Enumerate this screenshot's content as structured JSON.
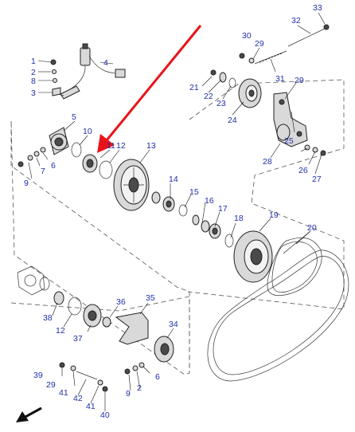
{
  "diagram": {
    "callouts": [
      "1",
      "2",
      "8",
      "3",
      "4",
      "5",
      "10",
      "11",
      "12",
      "13",
      "6",
      "7",
      "9",
      "14",
      "15",
      "16",
      "17",
      "18",
      "19",
      "20",
      "21",
      "22",
      "23",
      "24",
      "25",
      "26",
      "27",
      "28",
      "29",
      "30",
      "31",
      "32",
      "33",
      "34",
      "35",
      "36",
      "37",
      "38",
      "39",
      "40",
      "41",
      "42"
    ],
    "highlight": {
      "color": "#e8141a",
      "target_part": "11"
    },
    "label_color": "#1f2fa8"
  }
}
